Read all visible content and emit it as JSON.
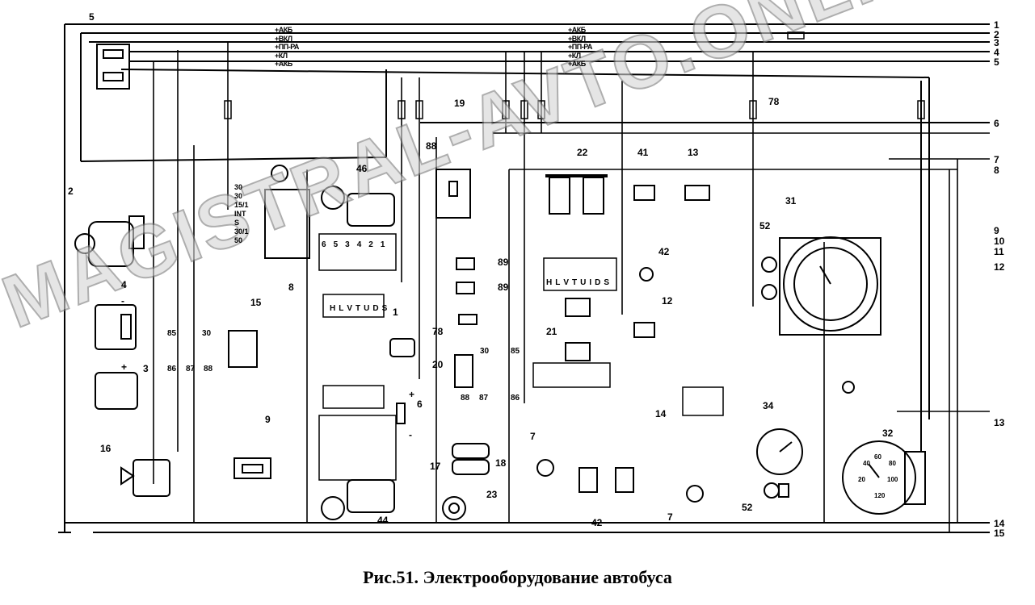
{
  "caption": "Рис.51. Электрооборудование автобуса",
  "watermark": "MAGISTRAL-AVTO.ONLINE",
  "bus_labels_left": [
    "+АКБ",
    "+ВКЛ",
    "+ПП-РА",
    "+КЛ",
    "+АКБ"
  ],
  "bus_labels_mid": [
    "+АКБ",
    "+ВКЛ",
    "+ПП-РА",
    "+КЛ",
    "+АКБ"
  ],
  "line_numbers": [
    "1",
    "2",
    "3",
    "4",
    "5",
    "6",
    "7",
    "8",
    "9",
    "10",
    "11",
    "12",
    "13",
    "14",
    "15"
  ],
  "components": {
    "c5": "5",
    "c2": "2",
    "c4": "4",
    "c3": "3",
    "c16": "16",
    "c15": "15",
    "c9": "9",
    "c8": "8",
    "c46": "46",
    "c44": "44",
    "c19": "19",
    "c88": "88",
    "c89a": "89",
    "c89b": "89",
    "c78a": "78",
    "c1": "1",
    "c6": "6",
    "c20": "20",
    "c17": "17",
    "c18": "18",
    "c23": "23",
    "c22": "22",
    "c21": "21",
    "c7a": "7",
    "c42a": "42",
    "c41": "41",
    "c42b": "42",
    "c12": "12",
    "c13": "13",
    "c14": "14",
    "c7b": "7",
    "c78b": "78",
    "c31": "31",
    "c52a": "52",
    "c34": "34",
    "c32": "32",
    "c52b": "52"
  },
  "relay8_pins": [
    "30",
    "30",
    "15/1",
    "INT",
    "S",
    "30/1",
    "50"
  ],
  "relay15_pins": [
    "85",
    "30",
    "86",
    "87",
    "88"
  ],
  "relay20_pins": [
    "30",
    "85",
    "88",
    "87",
    "86"
  ],
  "switch_pins": [
    "H",
    "L",
    "V",
    "T",
    "U",
    "I",
    "D",
    "S"
  ],
  "wiper_pins": [
    "6",
    "5",
    "3",
    "4",
    "2",
    "1"
  ],
  "speedometer_scale": [
    "20",
    "40",
    "60",
    "80",
    "100",
    "120"
  ],
  "signs": {
    "plus": "+",
    "minus": "-"
  }
}
